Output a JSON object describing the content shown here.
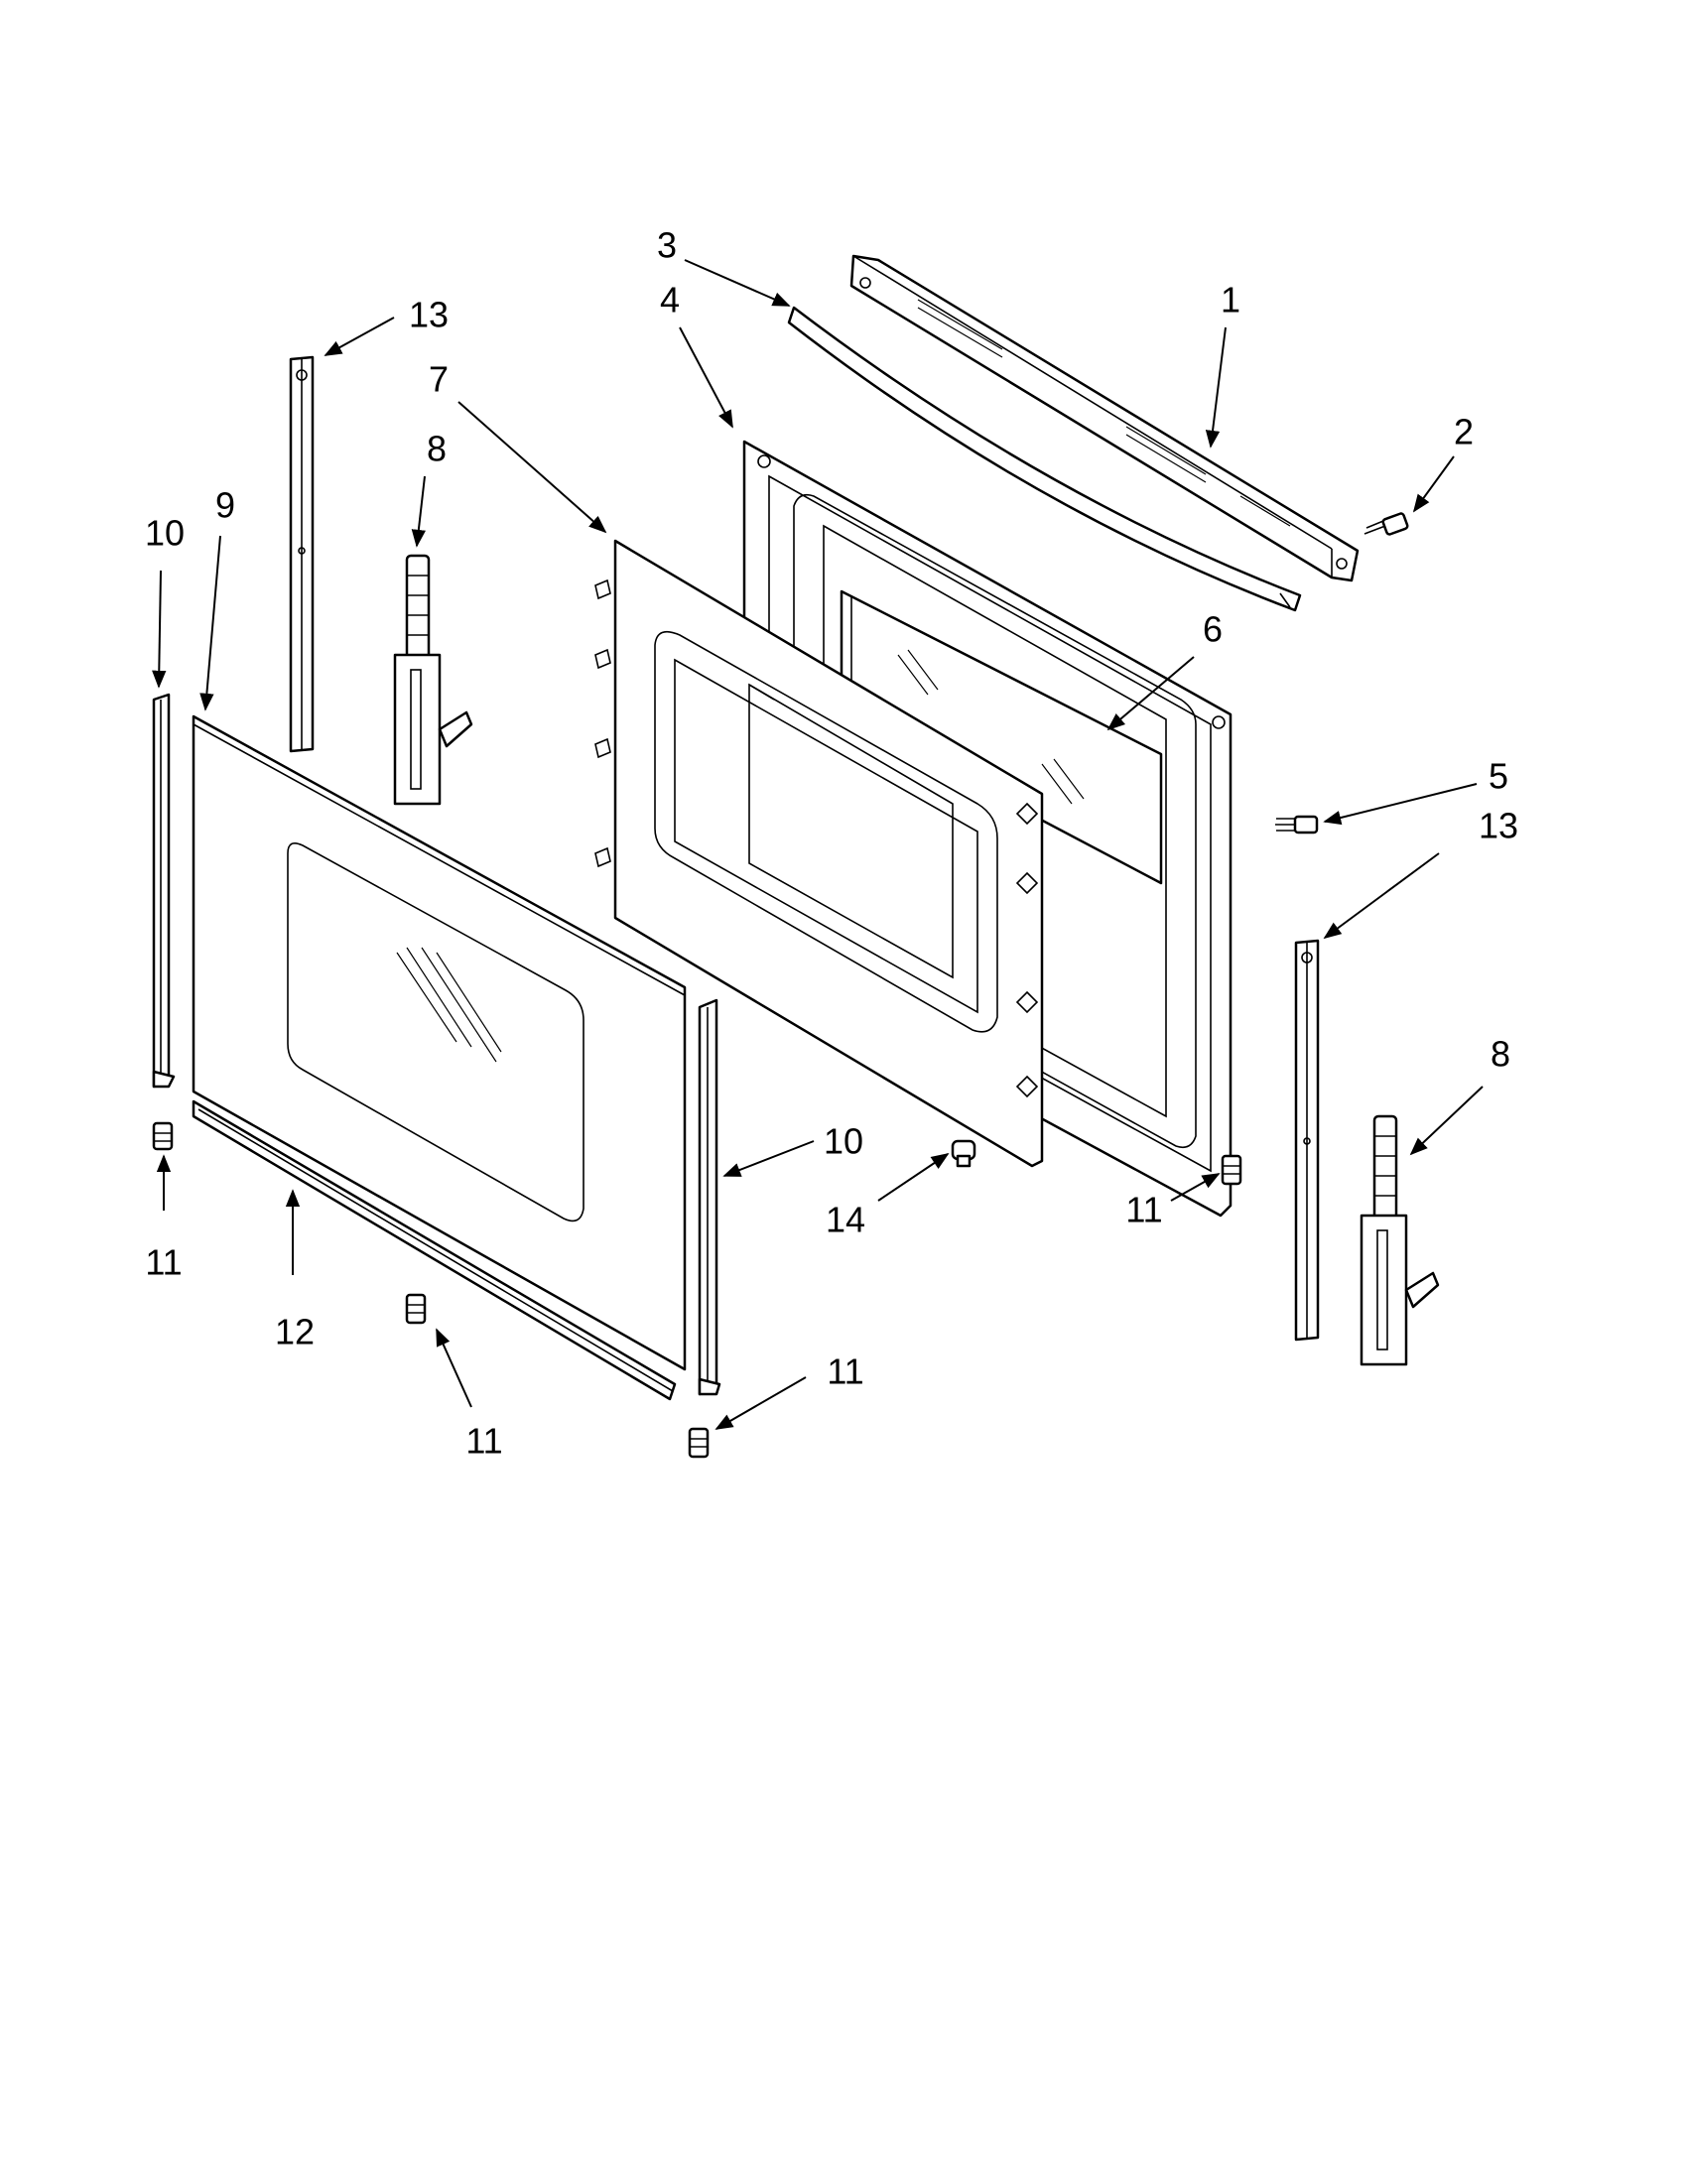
{
  "diagram": {
    "callouts": [
      {
        "id": "c1",
        "label": "1"
      },
      {
        "id": "c2",
        "label": "2"
      },
      {
        "id": "c3",
        "label": "3"
      },
      {
        "id": "c4",
        "label": "4"
      },
      {
        "id": "c5",
        "label": "5"
      },
      {
        "id": "c6",
        "label": "6"
      },
      {
        "id": "c7",
        "label": "7"
      },
      {
        "id": "c8a",
        "label": "8"
      },
      {
        "id": "c8b",
        "label": "8"
      },
      {
        "id": "c9",
        "label": "9"
      },
      {
        "id": "c10a",
        "label": "10"
      },
      {
        "id": "c10b",
        "label": "10"
      },
      {
        "id": "c11a",
        "label": "11"
      },
      {
        "id": "c11b",
        "label": "11"
      },
      {
        "id": "c11c",
        "label": "11"
      },
      {
        "id": "c11d",
        "label": "11"
      },
      {
        "id": "c12",
        "label": "12"
      },
      {
        "id": "c13a",
        "label": "13"
      },
      {
        "id": "c13b",
        "label": "13"
      },
      {
        "id": "c14",
        "label": "14"
      }
    ]
  }
}
